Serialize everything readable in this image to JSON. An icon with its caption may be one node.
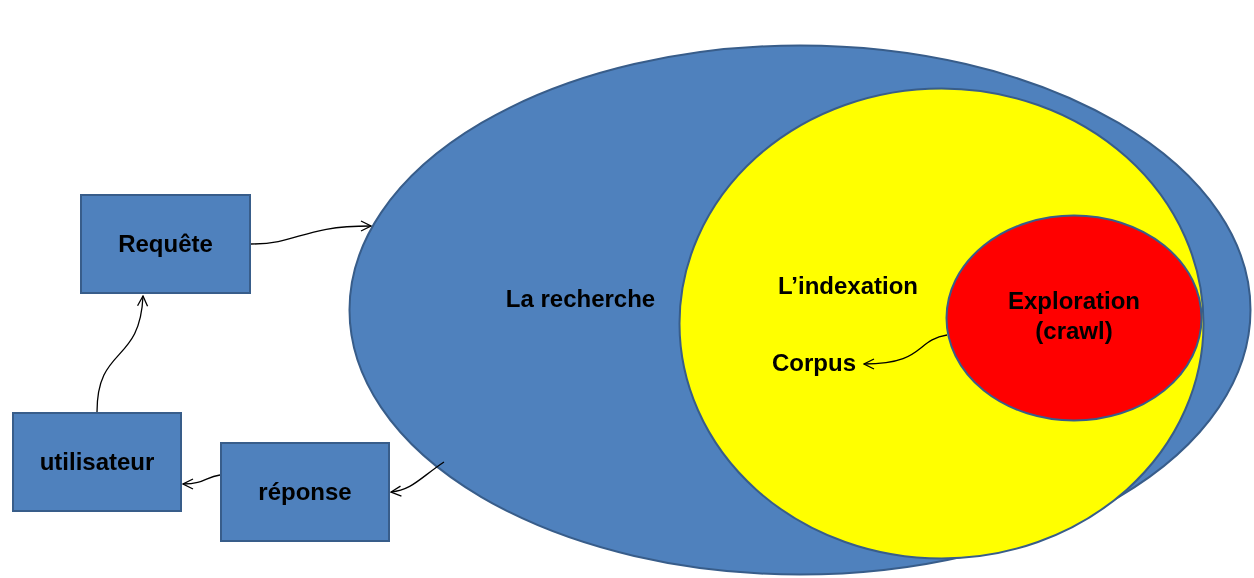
{
  "diagram": {
    "nodes": [
      {
        "text": [
          "Requête"
        ]
      },
      {
        "text": [
          "utilisateur"
        ]
      },
      {
        "text": [
          "réponse"
        ]
      },
      {
        "text": [
          "La recherche"
        ]
      },
      {
        "text": [
          "L’indexation"
        ],
        "in": 3
      },
      {
        "text": [
          "Exploration (crawl)"
        ],
        "in": 4
      },
      {
        "text": [
          "Corpus"
        ],
        "in": 4
      }
    ],
    "edges": [
      {
        "from": 0,
        "to": 3,
        "arrow": "to"
      },
      {
        "from": 1,
        "to": 0,
        "arrow": "to"
      },
      {
        "from": 3,
        "to": 2,
        "arrow": "to"
      },
      {
        "from": 2,
        "to": 1,
        "arrow": "to"
      },
      {
        "from": 5,
        "to": 6,
        "arrow": "to"
      }
    ]
  }
}
